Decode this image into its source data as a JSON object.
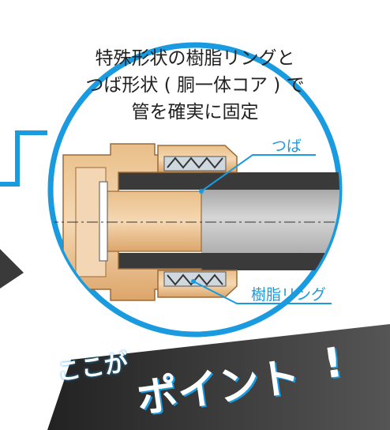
{
  "caption": {
    "line1": "特殊形状の樹脂リングと",
    "line2": "つば形状 ( 胴一体コア ) で",
    "line3": "管を確実に固定"
  },
  "labels": {
    "tsuba": "つば",
    "resin_ring": "樹脂リング"
  },
  "banner": {
    "prefix": "ここが",
    "main": "ポイント",
    "exclaim": "!"
  },
  "colors": {
    "accent_blue": "#1a9be0",
    "brass": "#e3b279",
    "brass_light": "#f1d0a6",
    "brass_outline": "#9a6a3a",
    "pipe_dark": "#3a3a3a",
    "pipe_grey": "#b8b8b8",
    "banner_dark": "#3c3c3c"
  }
}
